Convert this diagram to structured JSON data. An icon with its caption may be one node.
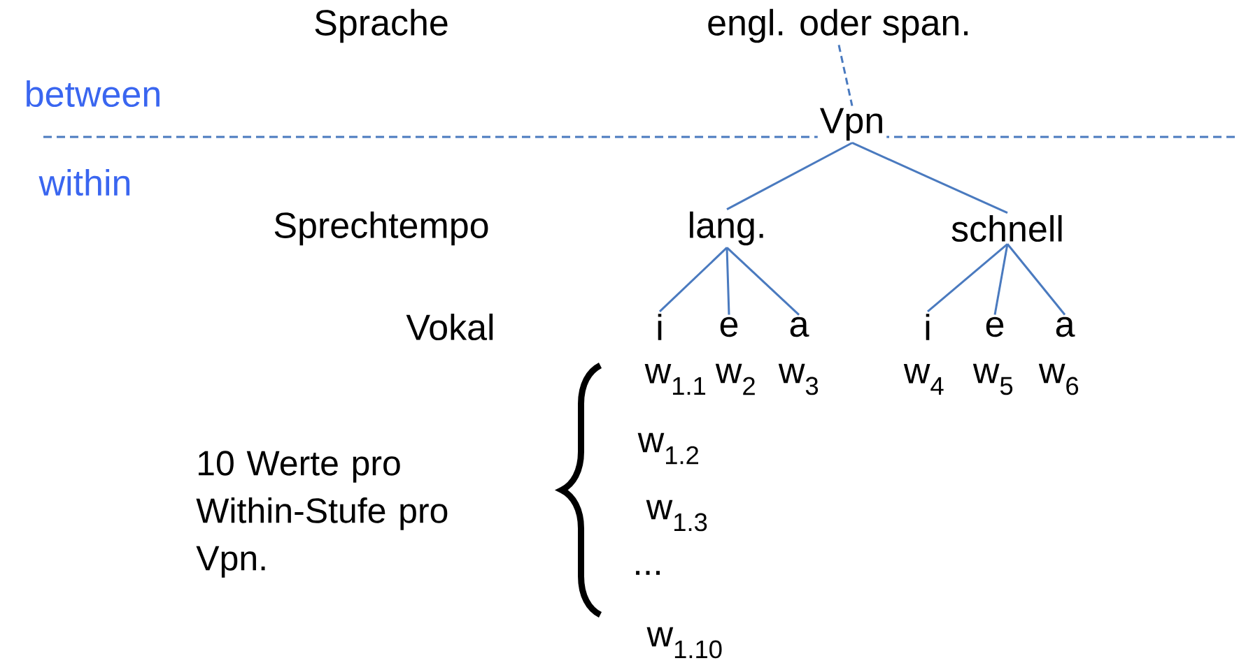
{
  "diagram": {
    "nodes": [
      {
        "text": [
          "engl. oder span."
        ]
      },
      {
        "text": [
          "Vpn"
        ]
      },
      {
        "text": [
          "lang."
        ]
      },
      {
        "text": [
          "schnell"
        ]
      },
      {
        "text": [
          "i"
        ]
      },
      {
        "text": [
          "e"
        ]
      },
      {
        "text": [
          "a"
        ]
      },
      {
        "text": [
          "i"
        ]
      },
      {
        "text": [
          "e"
        ]
      },
      {
        "text": [
          "a"
        ]
      }
    ],
    "edges": [
      {
        "from": 0,
        "to": 1,
        "arrow": "none",
        "style": "dashed"
      },
      {
        "from": 1,
        "to": 2,
        "arrow": "none"
      },
      {
        "from": 1,
        "to": 3,
        "arrow": "none"
      },
      {
        "from": 2,
        "to": 4,
        "arrow": "none"
      },
      {
        "from": 2,
        "to": 5,
        "arrow": "none"
      },
      {
        "from": 2,
        "to": 6,
        "arrow": "none"
      },
      {
        "from": 3,
        "to": 7,
        "arrow": "none"
      },
      {
        "from": 3,
        "to": 8,
        "arrow": "none"
      },
      {
        "from": 3,
        "to": 9,
        "arrow": "none"
      }
    ],
    "labels": [
      "Sprache",
      "between",
      "within",
      "Sprechtempo",
      "Vokal",
      "w$_{1.1}$",
      "w$_{2}$",
      "w$_{3}$",
      "w$_{4}$",
      "w$_{5}$",
      "w$_{6}$",
      "w$_{1.2}$",
      "w$_{1.3}$",
      "...",
      "w$_{1.10}$",
      "10 Werte pro Within-Stufe pro Vpn."
    ]
  }
}
